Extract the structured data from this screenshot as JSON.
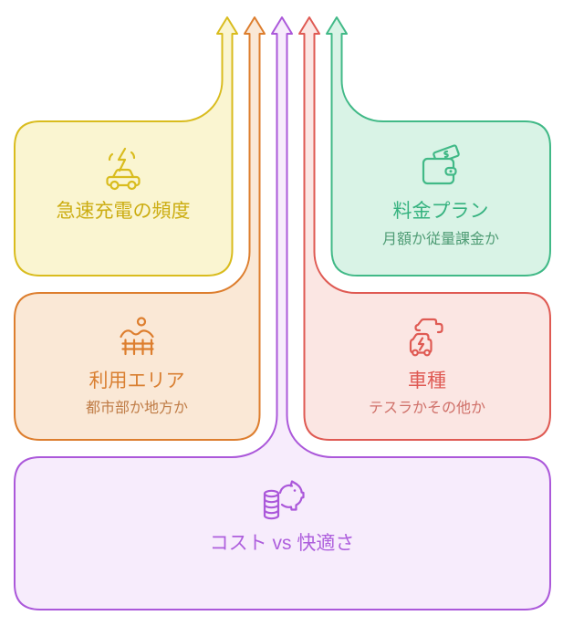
{
  "diagram": {
    "background": "#ffffff",
    "cards": [
      {
        "id": "fast-charge-frequency",
        "title": "急速充電の頻度",
        "subtitle": "",
        "icon": "ev-charging-car-icon",
        "accent": "#d9bc1e",
        "fill": "#faf5d1",
        "title_color": "#ccad12"
      },
      {
        "id": "price-plan",
        "title": "料金プラン",
        "subtitle": "月額か従量課金か",
        "icon": "wallet-banknote-icon",
        "accent": "#41b987",
        "fill": "#d9f3e6",
        "title_color": "#35b27f",
        "subtitle_color": "#4f9c75"
      },
      {
        "id": "usage-area",
        "title": "利用エリア",
        "subtitle": "都市部か地方か",
        "icon": "fence-hills-icon",
        "accent": "#dd7e2e",
        "fill": "#fae8d6",
        "title_color": "#d97f31",
        "subtitle_color": "#bf7b45"
      },
      {
        "id": "car-model",
        "title": "車種",
        "subtitle": "テスラかその他か",
        "icon": "electric-cars-icon",
        "accent": "#df5a53",
        "fill": "#fbe6e3",
        "title_color": "#df5a54",
        "subtitle_color": "#cf6f68"
      },
      {
        "id": "cost-vs-comfort",
        "title": "コスト vs 快適さ",
        "subtitle": "",
        "icon": "piggy-bank-coins-icon",
        "accent": "#ab58da",
        "fill": "#f7ecfc",
        "title_color": "#ae5fdd"
      }
    ]
  }
}
